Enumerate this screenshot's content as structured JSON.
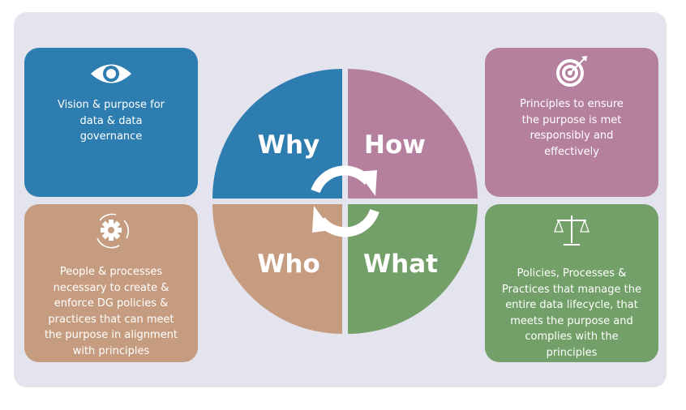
{
  "quadrants": {
    "why": {
      "label": "Why",
      "color": "#2e7db0"
    },
    "how": {
      "label": "How",
      "color": "#b5809e"
    },
    "who": {
      "label": "Who",
      "color": "#c59c80"
    },
    "what": {
      "label": "What",
      "color": "#739f68"
    }
  },
  "cards": {
    "why": {
      "icon": "eye-icon",
      "lines": [
        "Vision & purpose for",
        "data & data",
        "governance"
      ]
    },
    "how": {
      "icon": "target-icon",
      "lines": [
        "Principles to ensure",
        "the purpose is met",
        "responsibly and",
        "effectively"
      ]
    },
    "who": {
      "icon": "gear-cycle-icon",
      "lines": [
        "People & processes",
        "necessary to create &",
        "enforce DG policies &",
        "practices that can meet",
        "the purpose in alignment",
        "with principles"
      ]
    },
    "what": {
      "icon": "scales-icon",
      "lines": [
        "Policies, Processes &",
        "Practices that manage the",
        "entire data lifecycle, that",
        "meets the purpose and",
        "complies with the",
        "principles"
      ]
    }
  }
}
